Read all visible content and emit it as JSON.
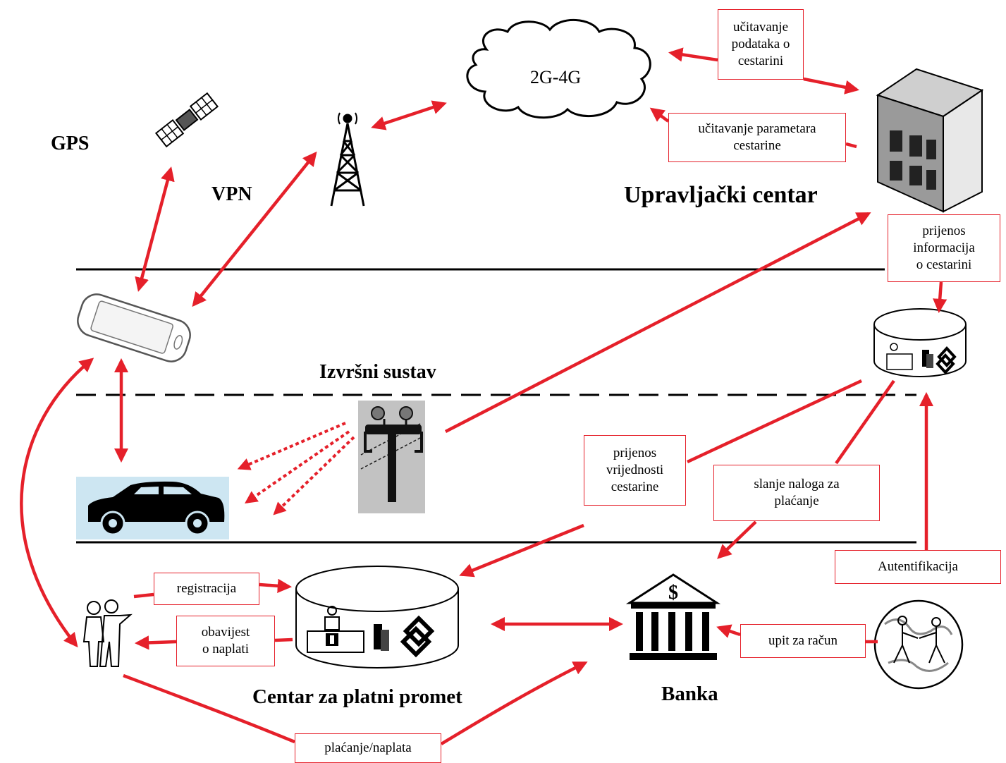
{
  "labels": {
    "gps": "GPS",
    "vpn": "VPN",
    "network": "2G-4G",
    "control_center": "Upravljački centar",
    "enforcement": "Izvršni sustav",
    "payment_center": "Centar za platni promet",
    "bank": "Banka"
  },
  "boxes": {
    "loading_toll_data": [
      "učitavanje",
      "podataka o",
      "cestarini"
    ],
    "loading_toll_params": [
      "učitavanje parametara",
      "cestarine"
    ],
    "toll_info_transfer": [
      "prijenos",
      "informacija",
      "o cestarini"
    ],
    "toll_value_transfer": [
      "prijenos",
      "vrijednosti",
      "cestarine"
    ],
    "payment_order": [
      "slanje naloga za",
      "plaćanje"
    ],
    "registration": [
      "registracija"
    ],
    "billing_notice": [
      "obavijest",
      "o naplati"
    ],
    "authentication": [
      "Autentifikacija"
    ],
    "account_query": [
      "upit za račun"
    ],
    "payment_collection": [
      "plaćanje/naplata"
    ]
  },
  "colors": {
    "arrow": "#e5202a",
    "line": "#000000"
  }
}
